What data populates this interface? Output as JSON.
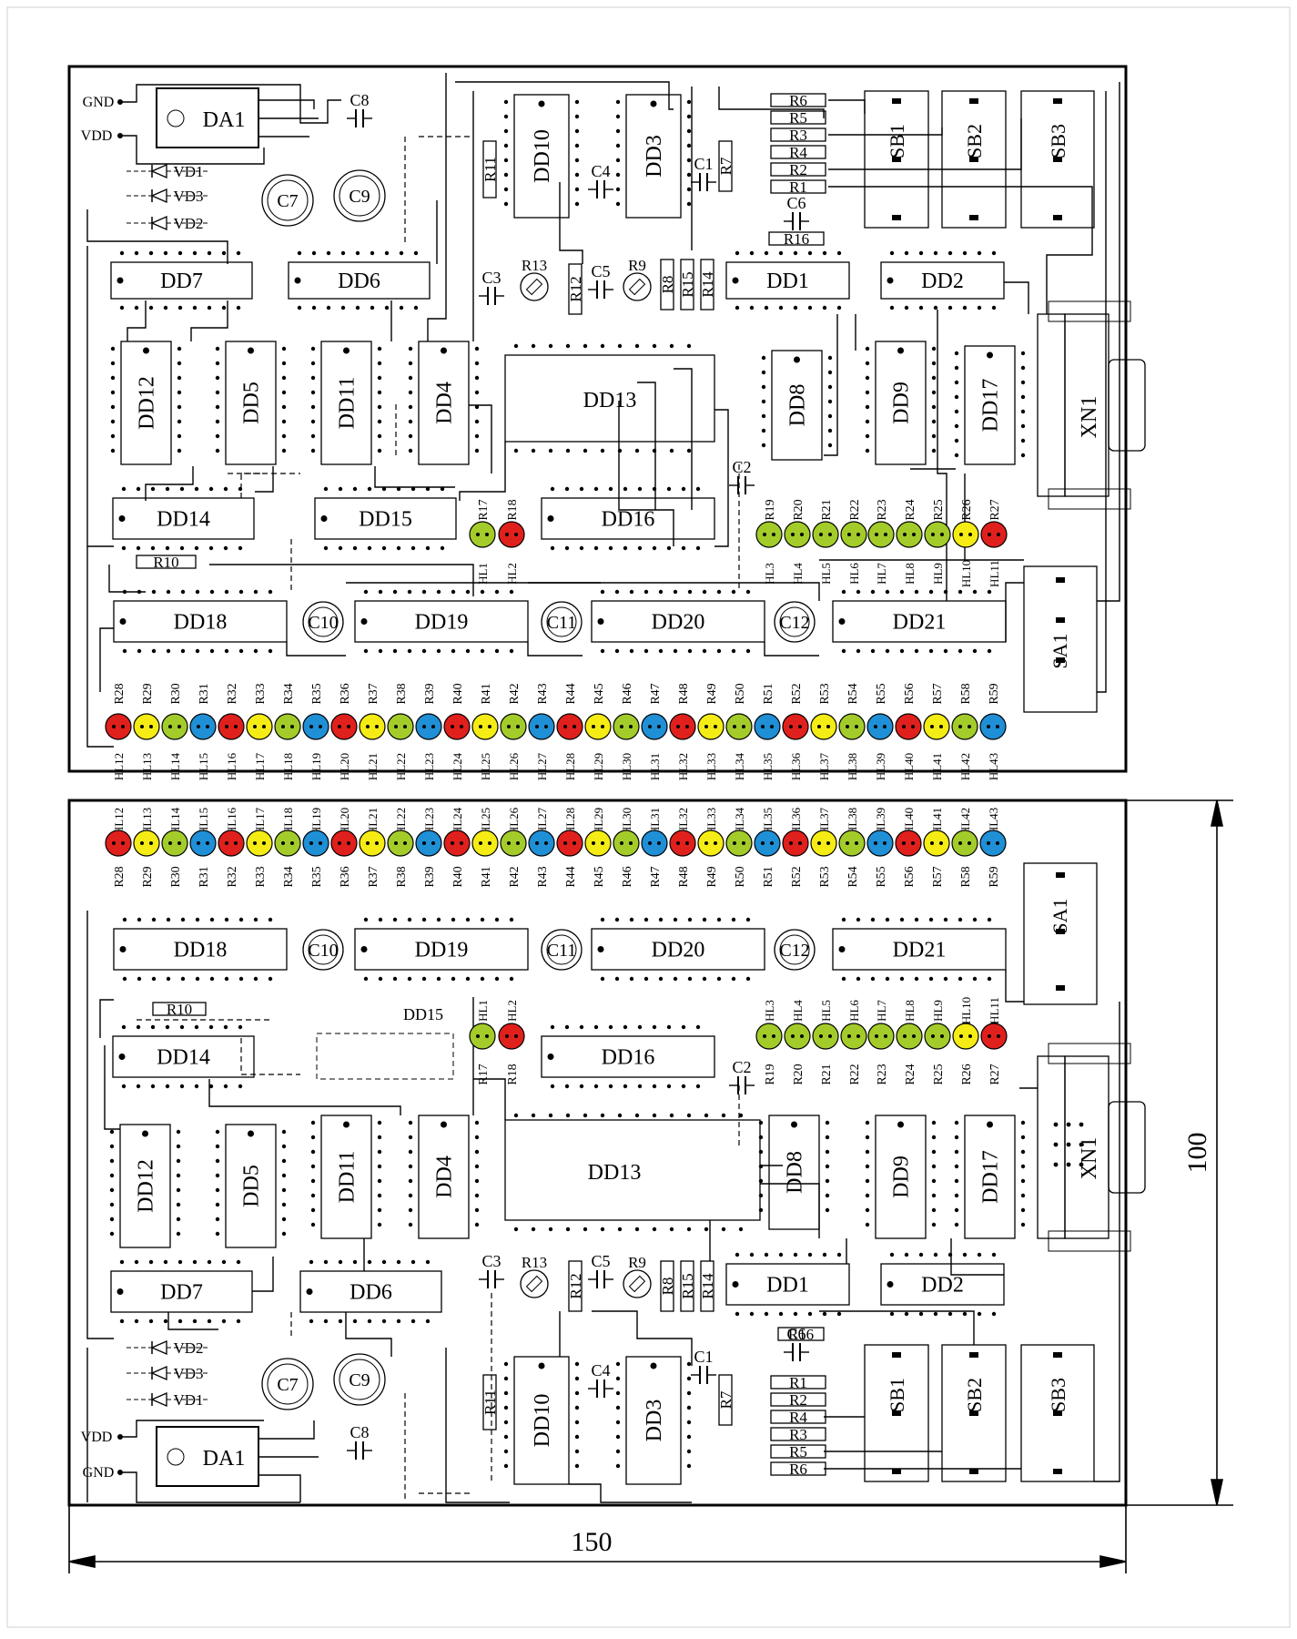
{
  "colors": {
    "red": "#e0201c",
    "yellow": "#f4ec14",
    "green": "#a3cc2a",
    "blue": "#1f8fd6",
    "line": "#000000"
  },
  "power": {
    "gnd": "GND",
    "vdd": "VDD"
  },
  "dims": {
    "width": "150",
    "height": "100"
  },
  "top_board": {
    "chips": [
      "DA1",
      "DD10",
      "DD3",
      "DD7",
      "DD6",
      "DD1",
      "DD2",
      "DD12",
      "DD5",
      "DD11",
      "DD4",
      "DD13",
      "DD8",
      "DD9",
      "DD17",
      "XN1",
      "DD14",
      "DD15",
      "DD16",
      "DD18",
      "DD19",
      "DD20",
      "DD21"
    ],
    "caps": [
      "C8",
      "C7",
      "C9",
      "C4",
      "C1",
      "C6",
      "C3",
      "C5",
      "C2",
      "C10",
      "C11",
      "C12"
    ],
    "diodes": [
      "VD1",
      "VD3",
      "VD2"
    ],
    "resistors_right": [
      "R6",
      "R5",
      "R3",
      "R4",
      "R2",
      "R1"
    ],
    "buttons": [
      "SB1",
      "SB2",
      "SB3",
      "SA1"
    ],
    "misc": [
      "R11",
      "R7",
      "R13",
      "R12",
      "R9",
      "R8",
      "R15",
      "R14",
      "R16",
      "R10"
    ],
    "upper_leds": {
      "resistors": [
        "R17",
        "R18",
        "R19",
        "R20",
        "R21",
        "R22",
        "R23",
        "R24",
        "R25",
        "R26",
        "R27"
      ],
      "labels": [
        "HL1",
        "HL2",
        "HL3",
        "HL4",
        "HL5",
        "HL6",
        "HL7",
        "HL8",
        "HL9",
        "HL10",
        "HL11"
      ],
      "colors": [
        "green",
        "red",
        "green",
        "green",
        "green",
        "green",
        "green",
        "green",
        "green",
        "yellow",
        "red"
      ]
    },
    "lower_leds": {
      "resistors": [
        "R28",
        "R29",
        "R30",
        "R31",
        "R32",
        "R33",
        "R34",
        "R35",
        "R36",
        "R37",
        "R38",
        "R39",
        "R40",
        "R41",
        "R42",
        "R43",
        "R44",
        "R45",
        "R46",
        "R47",
        "R48",
        "R49",
        "R50",
        "R51",
        "R52",
        "R53",
        "R54",
        "R55",
        "R56",
        "R57",
        "R58",
        "R59"
      ],
      "labels": [
        "HL12",
        "HL13",
        "HL14",
        "HL15",
        "HL16",
        "HL17",
        "HL18",
        "HL19",
        "HL20",
        "HL21",
        "HL22",
        "HL23",
        "HL24",
        "HL25",
        "HL26",
        "HL27",
        "HL28",
        "HL29",
        "HL30",
        "HL31",
        "HL32",
        "HL33",
        "HL34",
        "HL35",
        "HL36",
        "HL37",
        "HL38",
        "HL39",
        "HL40",
        "HL41",
        "HL42",
        "HL43"
      ],
      "colors": [
        "red",
        "yellow",
        "green",
        "blue",
        "red",
        "yellow",
        "green",
        "blue",
        "red",
        "yellow",
        "green",
        "blue",
        "red",
        "yellow",
        "green",
        "blue",
        "red",
        "yellow",
        "green",
        "blue",
        "red",
        "yellow",
        "green",
        "blue",
        "red",
        "yellow",
        "green",
        "blue",
        "red",
        "yellow",
        "green",
        "blue"
      ]
    }
  }
}
